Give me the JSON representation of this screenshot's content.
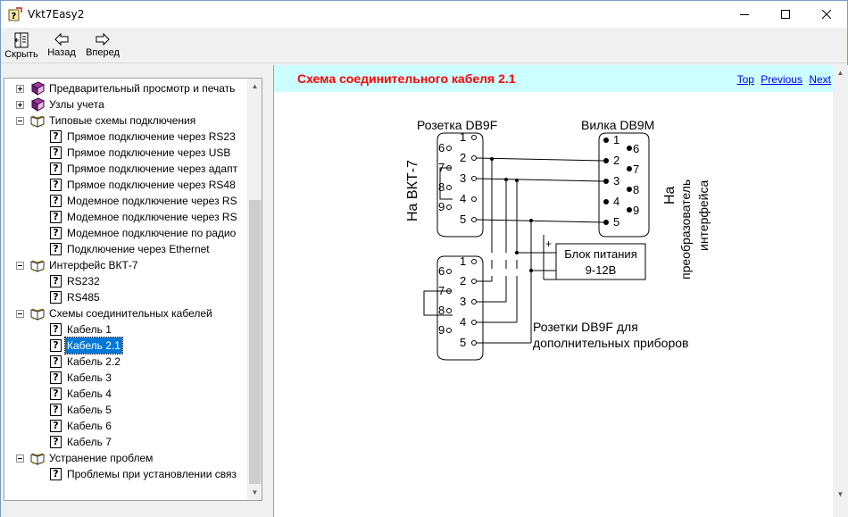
{
  "window": {
    "title": "Vkt7Easy2"
  },
  "toolbar": {
    "hide_label": "Скрыть",
    "back_label": "Назад",
    "forward_label": "Вперед"
  },
  "tree": {
    "items": [
      {
        "label": "Предварительный просмотр и печать",
        "level": 0,
        "icon": "book-closed-icon",
        "expander": "plus"
      },
      {
        "label": "Узлы учета",
        "level": 0,
        "icon": "book-closed-icon",
        "expander": "plus"
      },
      {
        "label": "Типовые схемы подключения",
        "level": 0,
        "icon": "book-open-icon",
        "expander": "minus"
      },
      {
        "label": "Прямое подключение через RS23",
        "level": 1,
        "icon": "help-page-icon"
      },
      {
        "label": "Прямое подключение через USB",
        "level": 1,
        "icon": "help-page-icon"
      },
      {
        "label": "Прямое подключение через адапт",
        "level": 1,
        "icon": "help-page-icon"
      },
      {
        "label": "Прямое подключение через RS48",
        "level": 1,
        "icon": "help-page-icon"
      },
      {
        "label": "Модемное подключение через RS",
        "level": 1,
        "icon": "help-page-icon"
      },
      {
        "label": "Модемное подключение через RS",
        "level": 1,
        "icon": "help-page-icon"
      },
      {
        "label": "Модемное подключение по радио",
        "level": 1,
        "icon": "help-page-icon"
      },
      {
        "label": "Подключение через Ethernet",
        "level": 1,
        "icon": "help-page-icon"
      },
      {
        "label": "Интерфейс ВКТ-7",
        "level": 0,
        "icon": "book-open-icon",
        "expander": "minus"
      },
      {
        "label": "RS232",
        "level": 1,
        "icon": "help-page-icon"
      },
      {
        "label": "RS485",
        "level": 1,
        "icon": "help-page-icon"
      },
      {
        "label": "Схемы соединительных кабелей",
        "level": 0,
        "icon": "book-open-icon",
        "expander": "minus"
      },
      {
        "label": "Кабель 1",
        "level": 1,
        "icon": "help-page-icon"
      },
      {
        "label": "Кабель 2.1",
        "level": 1,
        "icon": "help-page-icon",
        "selected": true
      },
      {
        "label": "Кабель 2.2",
        "level": 1,
        "icon": "help-page-icon"
      },
      {
        "label": "Кабель 3",
        "level": 1,
        "icon": "help-page-icon"
      },
      {
        "label": "Кабель 4",
        "level": 1,
        "icon": "help-page-icon"
      },
      {
        "label": "Кабель 5",
        "level": 1,
        "icon": "help-page-icon"
      },
      {
        "label": "Кабель 6",
        "level": 1,
        "icon": "help-page-icon"
      },
      {
        "label": "Кабель 7",
        "level": 1,
        "icon": "help-page-icon"
      },
      {
        "label": "Устранение проблем",
        "level": 0,
        "icon": "book-open-icon",
        "expander": "minus"
      },
      {
        "label": "Проблемы при установлении связ",
        "level": 1,
        "icon": "help-page-icon"
      }
    ]
  },
  "topic": {
    "title": "Схема соединительного кабеля 2.1",
    "nav": {
      "top": "Top",
      "previous": "Previous",
      "next": "Next"
    }
  },
  "diagram": {
    "socket_label": "Розетка DB9F",
    "plug_label": "Вилка DB9M",
    "left_side_label": "На ВКТ-7",
    "right_side_label_1": "На",
    "right_side_label_2": "преобразователь",
    "right_side_label_3": "интерфейса",
    "power_block_line1": "Блок питания",
    "power_block_line2": "9-12В",
    "plus_sign": "+",
    "minus_sign": "−",
    "extra_sockets_line1": "Розетки DB9F для",
    "extra_sockets_line2": "дополнительных приборов",
    "pins_left_col": [
      "6",
      "7",
      "8",
      "9"
    ],
    "pins_right_col": [
      "1",
      "2",
      "3",
      "4",
      "5"
    ]
  }
}
